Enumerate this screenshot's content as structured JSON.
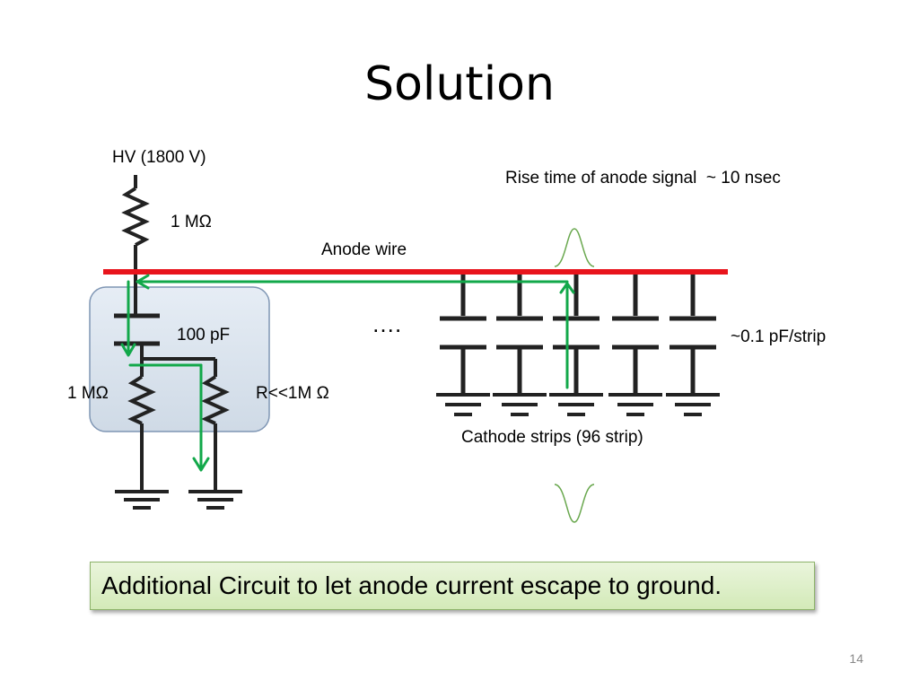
{
  "slide": {
    "title": "Solution",
    "page_number": "14"
  },
  "diagram": {
    "hv_label": "HV (1800 V)",
    "resistor_top_label": "1 MΩ",
    "capacitor_label": "100 pF",
    "resistor_left_label": "1 MΩ",
    "resistor_right_label": "R<<1M Ω",
    "anode_wire_label": "Anode wire",
    "rise_time_label": "Rise time of anode signal  ~ 10 nsec",
    "ellipsis": "….",
    "strip_capacitance_label": "~0.1 pF/strip",
    "cathode_label": "Cathode strips (96 strip)",
    "colors": {
      "anode_wire": "#e8141c",
      "current_arrow": "#12a84a",
      "box_fill": "#dde6ef",
      "box_border": "#7f96b4"
    }
  },
  "caption": {
    "text": "Additional Circuit to let anode current escape to ground."
  }
}
